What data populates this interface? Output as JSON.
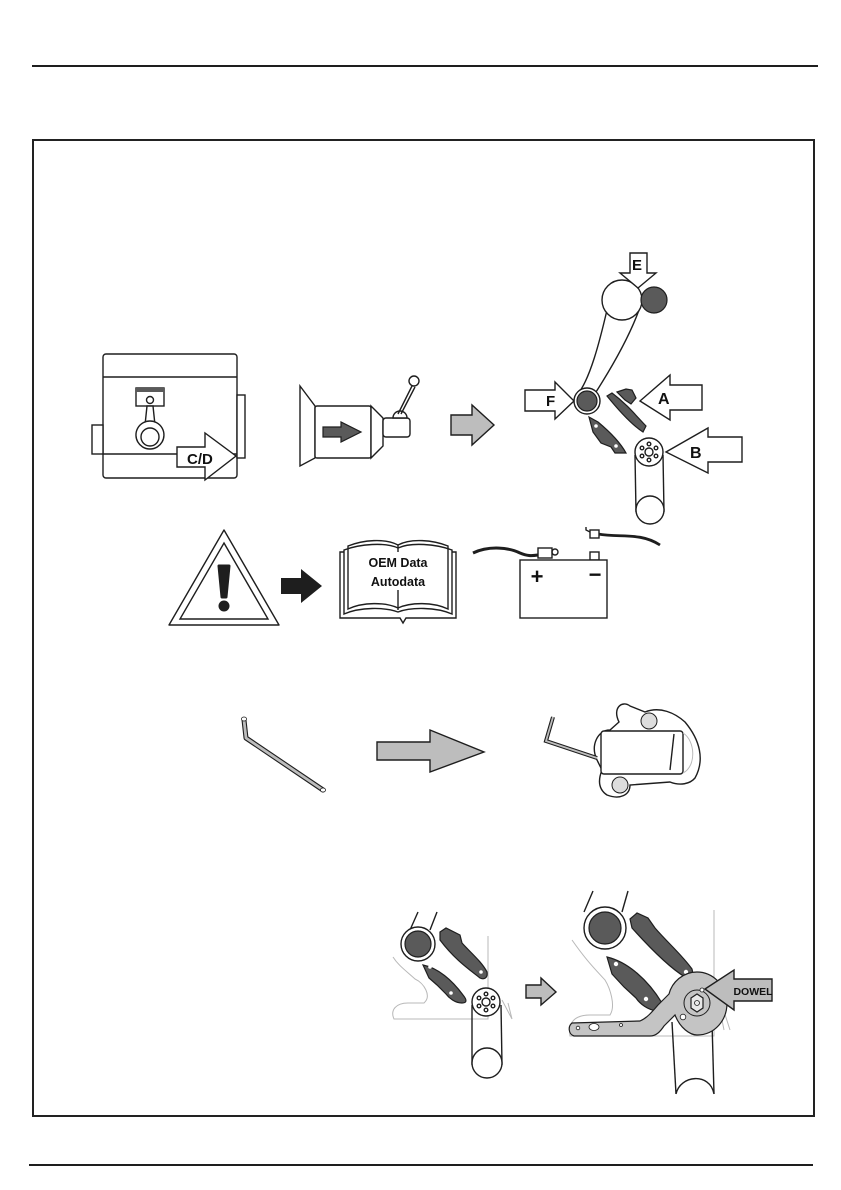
{
  "page": {
    "type": "workshop-manual-illustration-page"
  },
  "figures": {
    "engine_block": {
      "arrow_label": "C/D",
      "icons": [
        "engine-block-icon",
        "piston-icon",
        "outline-arrow-icon"
      ]
    },
    "gearbox": {
      "icons": [
        "gearbox-icon",
        "gear-lever-icon",
        "dark-arrow-icon"
      ]
    },
    "next_arrow_1": {
      "icon": "grey-arrow-icon"
    },
    "timing_belt": {
      "labels": {
        "E": "E",
        "F": "F",
        "A": "A",
        "B": "B"
      }
    },
    "warning": {
      "icon": "warning-triangle-icon"
    },
    "next_arrow_2": {
      "icon": "black-arrow-icon"
    },
    "manual_book": {
      "line1": "OEM Data",
      "line2": "Autodata"
    },
    "battery": {
      "positive": "+",
      "negative": "−",
      "icons": [
        "battery-icon",
        "cable-icon"
      ]
    },
    "allen_key": {
      "icon": "allen-key-icon"
    },
    "next_arrow_3": {
      "icon": "grey-arrow-icon"
    },
    "tensioner_locked": {
      "icon": "tensioner-with-key-icon"
    },
    "crank_before": {
      "icon": "crankshaft-sprocket-icon"
    },
    "next_arrow_4": {
      "icon": "grey-arrow-icon"
    },
    "crank_tool": {
      "arrow_label": "DOWEL",
      "icon": "crankshaft-locking-tool-icon"
    }
  },
  "colors": {
    "line": "#1e1e1e",
    "dark_fill": "#5a5a5a",
    "arrow_grey": "#bdbdbd",
    "tool_grey": "#c4c4c4",
    "faint": "#b8b8b8"
  }
}
